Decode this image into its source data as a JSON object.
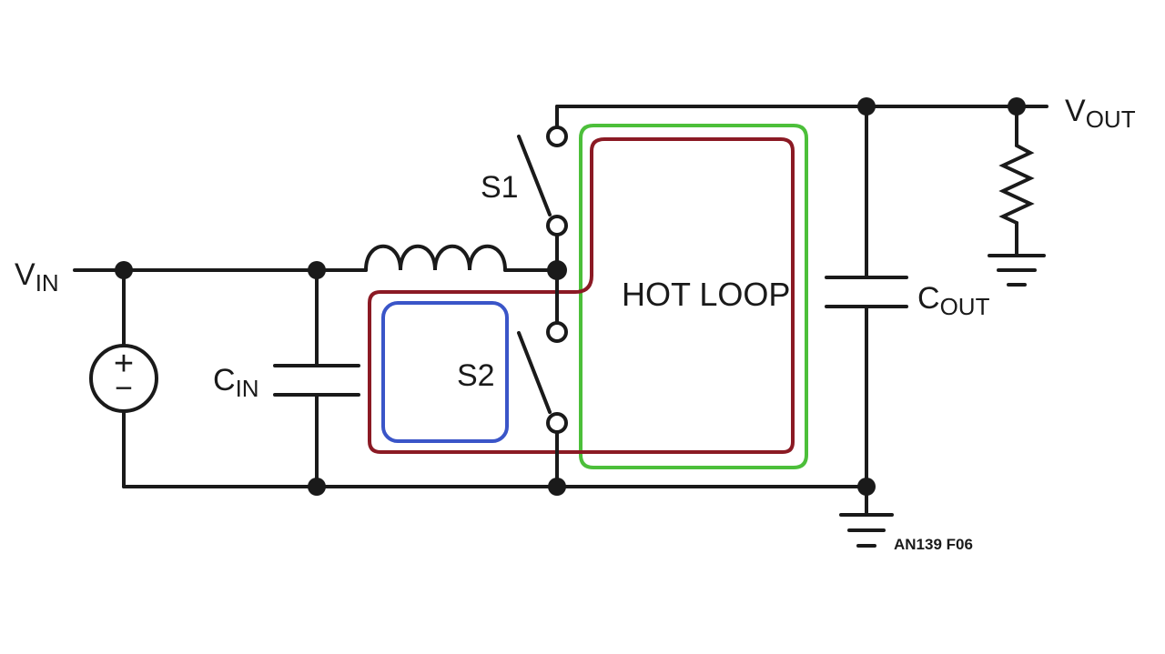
{
  "labels": {
    "vin_main": "V",
    "vin_sub": "IN",
    "vout_main": "V",
    "vout_sub": "OUT",
    "cin_main": "C",
    "cin_sub": "IN",
    "cout_main": "C",
    "cout_sub": "OUT",
    "s1": "S1",
    "s2": "S2",
    "hot_loop": "HOT LOOP",
    "figure_ref": "AN139 F06",
    "source_plus": "+",
    "source_minus": "−"
  },
  "colors": {
    "wire": "#1a1a1a",
    "loop_red": "#8b1a24",
    "loop_green": "#4cbf3a",
    "loop_blue": "#3a55c8"
  }
}
